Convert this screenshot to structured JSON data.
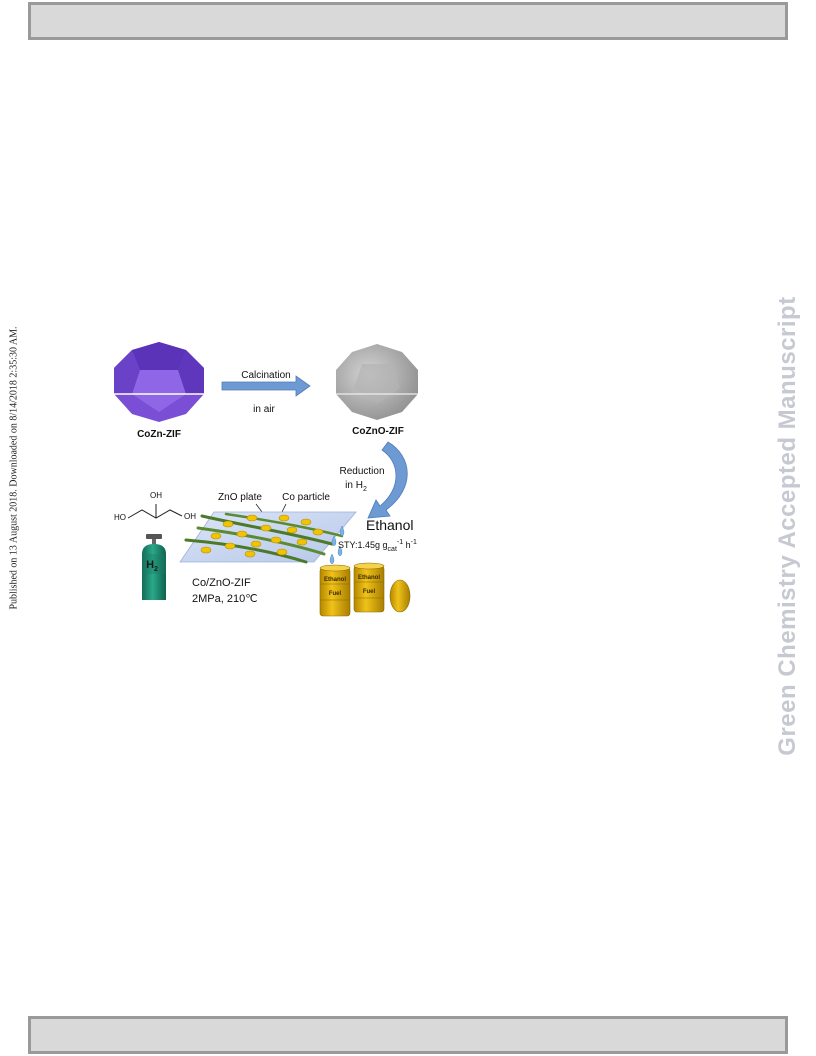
{
  "side_note": "Published on 13 August 2018. Downloaded on 8/14/2018 2:35:30 AM.",
  "watermark": "Green Chemistry Accepted Manuscript",
  "figure": {
    "arrow_top_line1": "Calcination",
    "arrow_top_line2": "in air",
    "label_cozn_zif": "CoZn-ZIF",
    "label_cozno_zif": "CoZnO-ZIF",
    "reduction_line1": "Reduction",
    "reduction_line2": "in H",
    "reduction_sub": "2",
    "label_zno_plate": "ZnO plate",
    "label_co_particle": "Co particle",
    "glycerol_oh_top": "OH",
    "glycerol_ho_left": "HO",
    "glycerol_oh_right": "OH",
    "cylinder_label": "H",
    "cylinder_sub": "2",
    "ethanol_label": "Ethanol",
    "sty_prefix": "STY:1.45g g",
    "sty_sub": "cat",
    "sty_sup1": "-1",
    "sty_h": " h",
    "sty_sup2": "-1",
    "catalyst_label": "Co/ZnO-ZIF",
    "conditions_label": "2MPa, 210℃",
    "barrel_ethanol_1": "Ethanol",
    "barrel_fuel_1": "Fuel",
    "barrel_ethanol_2": "Ethanol",
    "barrel_fuel_2": "Fuel",
    "colors": {
      "polyhedron": "#7a4fd6",
      "arrow_blue": "#6d9ad3",
      "cylinder": "#1f8a72",
      "particle": "#f2c300",
      "plate": "#c5d3ef",
      "barrel": "#d9a800"
    }
  }
}
